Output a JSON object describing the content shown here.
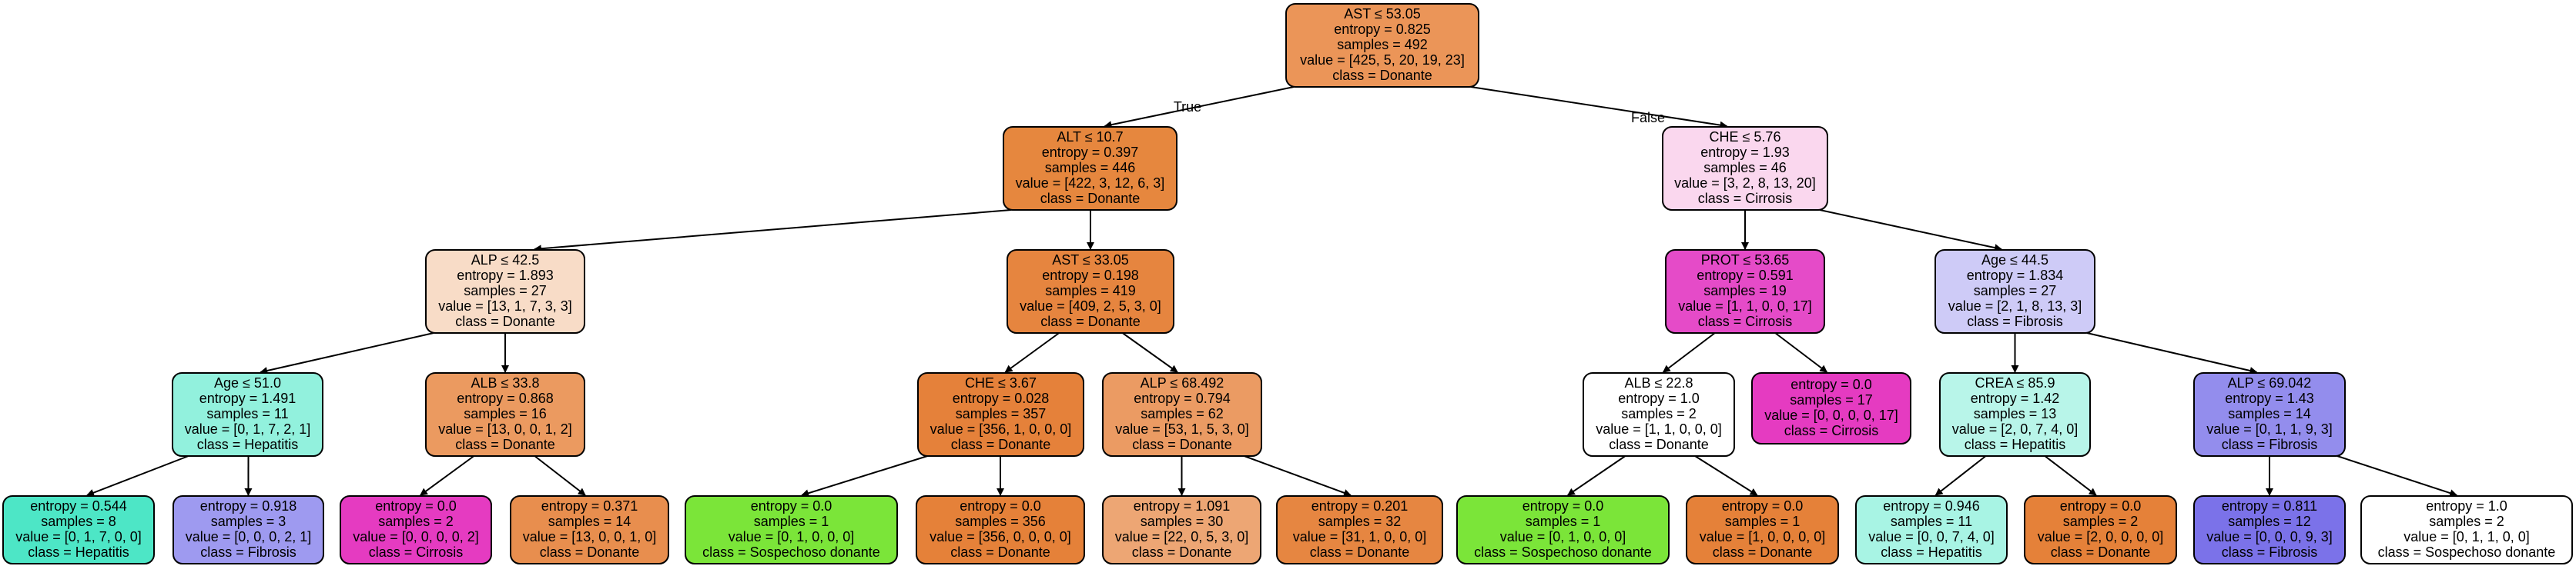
{
  "diagram": {
    "type": "decision-tree",
    "edge_labels": {
      "true_label": "True",
      "false_label": "False"
    },
    "nodes": [
      {
        "id": "n0",
        "color": "#eb9558",
        "lines": [
          "AST ≤ 53.05",
          "entropy = 0.825",
          "samples = 492",
          "value = [425, 5, 20, 19, 23]",
          "class = Donante"
        ]
      },
      {
        "id": "n1",
        "color": "#e6873e",
        "lines": [
          "ALT ≤ 10.7",
          "entropy = 0.397",
          "samples = 446",
          "value = [422, 3, 12, 6, 3]",
          "class = Donante"
        ]
      },
      {
        "id": "n2",
        "color": "#fad7ee",
        "lines": [
          "CHE ≤ 5.76",
          "entropy = 1.93",
          "samples = 46",
          "value = [3, 2, 8, 13, 20]",
          "class = Cirrosis"
        ]
      },
      {
        "id": "n3",
        "color": "#f8dcc7",
        "lines": [
          "ALP ≤ 42.5",
          "entropy = 1.893",
          "samples = 27",
          "value = [13, 1, 7, 3, 3]",
          "class = Donante"
        ]
      },
      {
        "id": "n4",
        "color": "#e6853f",
        "lines": [
          "AST ≤ 33.05",
          "entropy = 0.198",
          "samples = 419",
          "value = [409, 2, 5, 3, 0]",
          "class = Donante"
        ]
      },
      {
        "id": "n5",
        "color": "#e54bc8",
        "lines": [
          "PROT ≤ 53.65",
          "entropy = 0.591",
          "samples = 19",
          "value = [1, 1, 0, 0, 17]",
          "class = Cirrosis"
        ]
      },
      {
        "id": "n6",
        "color": "#cecbf7",
        "lines": [
          "Age ≤ 44.5",
          "entropy = 1.834",
          "samples = 27",
          "value = [2, 1, 8, 13, 3]",
          "class = Fibrosis"
        ]
      },
      {
        "id": "n7",
        "color": "#92f1dd",
        "lines": [
          "Age ≤ 51.0",
          "entropy = 1.491",
          "samples = 11",
          "value = [0, 1, 7, 2, 1]",
          "class = Hepatitis"
        ]
      },
      {
        "id": "n8",
        "color": "#eb9a60",
        "lines": [
          "ALB ≤ 33.8",
          "entropy = 0.868",
          "samples = 16",
          "value = [13, 0, 0, 1, 2]",
          "class = Donante"
        ]
      },
      {
        "id": "n9",
        "color": "#e5813a",
        "lines": [
          "CHE ≤ 3.67",
          "entropy = 0.028",
          "samples = 357",
          "value = [356, 1, 0, 0, 0]",
          "class = Donante"
        ]
      },
      {
        "id": "n10",
        "color": "#eb9b63",
        "lines": [
          "ALP ≤ 68.492",
          "entropy = 0.794",
          "samples = 62",
          "value = [53, 1, 5, 3, 0]",
          "class = Donante"
        ]
      },
      {
        "id": "n11",
        "color": "#ffffff",
        "lines": [
          "ALB ≤ 22.8",
          "entropy = 1.0",
          "samples = 2",
          "value = [1, 1, 0, 0, 0]",
          "class = Donante"
        ]
      },
      {
        "id": "n12",
        "color": "#e53bc1",
        "lines": [
          "entropy = 0.0",
          "samples = 17",
          "value = [0, 0, 0, 0, 17]",
          "class = Cirrosis"
        ]
      },
      {
        "id": "n13",
        "color": "#b8f5e9",
        "lines": [
          "CREA ≤ 85.9",
          "entropy = 1.42",
          "samples = 13",
          "value = [2, 0, 7, 4, 0]",
          "class = Hepatitis"
        ]
      },
      {
        "id": "n14",
        "color": "#938ded",
        "lines": [
          "ALP ≤ 69.042",
          "entropy = 1.43",
          "samples = 14",
          "value = [0, 1, 1, 9, 3]",
          "class = Fibrosis"
        ]
      },
      {
        "id": "n15",
        "color": "#4de6c6",
        "lines": [
          "entropy = 0.544",
          "samples = 8",
          "value = [0, 1, 7, 0, 0]",
          "class = Hepatitis"
        ]
      },
      {
        "id": "n16",
        "color": "#9e9af0",
        "lines": [
          "entropy = 0.918",
          "samples = 3",
          "value = [0, 0, 0, 2, 1]",
          "class = Fibrosis"
        ]
      },
      {
        "id": "n17",
        "color": "#e53bc1",
        "lines": [
          "entropy = 0.0",
          "samples = 2",
          "value = [0, 0, 0, 0, 2]",
          "class = Cirrosis"
        ]
      },
      {
        "id": "n18",
        "color": "#e88e4e",
        "lines": [
          "entropy = 0.371",
          "samples = 14",
          "value = [13, 0, 0, 1, 0]",
          "class = Donante"
        ]
      },
      {
        "id": "n19",
        "color": "#7be539",
        "lines": [
          "entropy = 0.0",
          "samples = 1",
          "value = [0, 1, 0, 0, 0]",
          "class = Sospechoso donante"
        ]
      },
      {
        "id": "n20",
        "color": "#e58139",
        "lines": [
          "entropy = 0.0",
          "samples = 356",
          "value = [356, 0, 0, 0, 0]",
          "class = Donante"
        ]
      },
      {
        "id": "n21",
        "color": "#eda674",
        "lines": [
          "entropy = 1.091",
          "samples = 30",
          "value = [22, 0, 5, 3, 0]",
          "class = Donante"
        ]
      },
      {
        "id": "n22",
        "color": "#e68641",
        "lines": [
          "entropy = 0.201",
          "samples = 32",
          "value = [31, 1, 0, 0, 0]",
          "class = Donante"
        ]
      },
      {
        "id": "n23",
        "color": "#7be539",
        "lines": [
          "entropy = 0.0",
          "samples = 1",
          "value = [0, 1, 0, 0, 0]",
          "class = Sospechoso donante"
        ]
      },
      {
        "id": "n24",
        "color": "#e58139",
        "lines": [
          "entropy = 0.0",
          "samples = 1",
          "value = [1, 0, 0, 0, 0]",
          "class = Donante"
        ]
      },
      {
        "id": "n25",
        "color": "#a8f4e4",
        "lines": [
          "entropy = 0.946",
          "samples = 11",
          "value = [0, 0, 7, 4, 0]",
          "class = Hepatitis"
        ]
      },
      {
        "id": "n26",
        "color": "#e58139",
        "lines": [
          "entropy = 0.0",
          "samples = 2",
          "value = [2, 0, 0, 0, 0]",
          "class = Donante"
        ]
      },
      {
        "id": "n27",
        "color": "#7b72e9",
        "lines": [
          "entropy = 0.811",
          "samples = 12",
          "value = [0, 0, 0, 9, 3]",
          "class = Fibrosis"
        ]
      },
      {
        "id": "n28",
        "color": "#ffffff",
        "lines": [
          "entropy = 1.0",
          "samples = 2",
          "value = [0, 1, 1, 0, 0]",
          "class = Sospechoso donante"
        ]
      }
    ],
    "edges": [
      {
        "from": "n0",
        "to": "n1",
        "label": "True"
      },
      {
        "from": "n0",
        "to": "n2",
        "label": "False"
      },
      {
        "from": "n1",
        "to": "n3"
      },
      {
        "from": "n1",
        "to": "n4"
      },
      {
        "from": "n2",
        "to": "n5"
      },
      {
        "from": "n2",
        "to": "n6"
      },
      {
        "from": "n3",
        "to": "n7"
      },
      {
        "from": "n3",
        "to": "n8"
      },
      {
        "from": "n4",
        "to": "n9"
      },
      {
        "from": "n4",
        "to": "n10"
      },
      {
        "from": "n5",
        "to": "n11"
      },
      {
        "from": "n5",
        "to": "n12"
      },
      {
        "from": "n6",
        "to": "n13"
      },
      {
        "from": "n6",
        "to": "n14"
      },
      {
        "from": "n7",
        "to": "n15"
      },
      {
        "from": "n7",
        "to": "n16"
      },
      {
        "from": "n8",
        "to": "n17"
      },
      {
        "from": "n8",
        "to": "n18"
      },
      {
        "from": "n9",
        "to": "n19"
      },
      {
        "from": "n9",
        "to": "n20"
      },
      {
        "from": "n10",
        "to": "n21"
      },
      {
        "from": "n10",
        "to": "n22"
      },
      {
        "from": "n11",
        "to": "n23"
      },
      {
        "from": "n11",
        "to": "n24"
      },
      {
        "from": "n13",
        "to": "n25"
      },
      {
        "from": "n13",
        "to": "n26"
      },
      {
        "from": "n14",
        "to": "n27"
      },
      {
        "from": "n14",
        "to": "n28"
      }
    ]
  }
}
